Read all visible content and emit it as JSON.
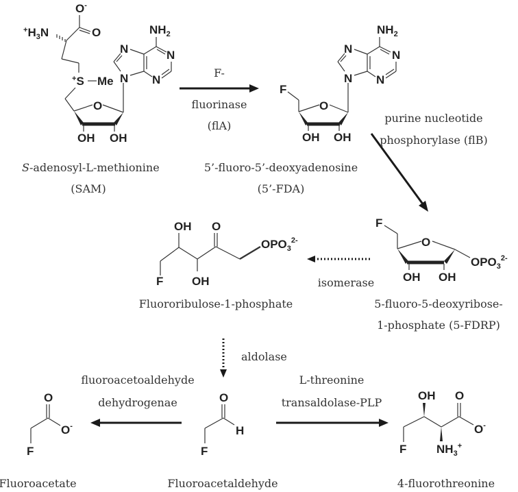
{
  "diagram": {
    "title": "Fluorometabolite biosynthesis pathway",
    "compounds": {
      "sam": {
        "name_prefix": "S",
        "name_rest": "-adenosyl-L-methionine",
        "abbr": "(SAM)",
        "atoms": {
          "carboxylate_o_minus": "O",
          "carboxylate_charge": "-",
          "carbonyl_o": "O",
          "ammonium_plus": "+",
          "ammonium": "H",
          "ammonium_sub": "3",
          "ammonium_n": "N",
          "sulfonium_plus": "+",
          "sulfonium": "S",
          "methyl": "Me",
          "ring_o": "O",
          "oh_left": "OH",
          "oh_right": "OH",
          "nh2": "NH",
          "nh2_sub": "2",
          "n7": "N",
          "n1": "N",
          "n9": "N",
          "n3": "N"
        }
      },
      "fda": {
        "name": "5’-fluoro-5’-deoxyadenosine",
        "abbr": "(5’-FDA)",
        "atoms": {
          "f": "F",
          "ring_o": "O",
          "oh_left": "OH",
          "oh_right": "OH",
          "nh2": "NH",
          "nh2_sub": "2",
          "n7": "N",
          "n1": "N",
          "n9": "N",
          "n3": "N"
        }
      },
      "fdrp": {
        "name_line1": "5-fluoro-5-deoxyribose-",
        "name_line2": "1-phosphate (5-FDRP)",
        "atoms": {
          "f": "F",
          "ring_o": "O",
          "oh_left": "OH",
          "oh_right": "OH",
          "phosphate": "OPO",
          "phosphate_sub": "3",
          "phosphate_sup": "2-"
        }
      },
      "frp": {
        "name": "Fluororibulose-1-phosphate",
        "atoms": {
          "oh_top": "OH",
          "o_keto": "O",
          "phosphate": "OPO",
          "phosphate_sub": "3",
          "phosphate_sup": "2-",
          "f": "F",
          "oh_bottom": "OH"
        }
      },
      "fluoroacetaldehyde": {
        "name": "Fluoroacetaldehyde",
        "atoms": {
          "o": "O",
          "h": "H",
          "f": "F"
        }
      },
      "fluoroacetate": {
        "name": "Fluoroacetate",
        "atoms": {
          "o": "O",
          "o_minus": "O",
          "charge": "-",
          "f": "F"
        }
      },
      "fluorothreonine": {
        "name": "4-fluorothreonine",
        "atoms": {
          "oh": "OH",
          "o": "O",
          "o_minus": "O",
          "charge": "-",
          "f": "F",
          "nh3": "NH",
          "nh3_sub": "3",
          "nh3_sup": "+"
        }
      }
    },
    "reactions": {
      "fluorinase": {
        "cofactor": "F-",
        "enzyme": "fluorinase",
        "gene": "(flA)",
        "style": "solid"
      },
      "pnp": {
        "enzyme_line1": "purine nucleotide",
        "enzyme_line2": "phosphorylase (flB)",
        "style": "solid"
      },
      "isomerase": {
        "enzyme": "isomerase",
        "style": "dotted"
      },
      "aldolase": {
        "enzyme": "aldolase",
        "style": "dotted"
      },
      "dehydrogenase": {
        "enzyme_line1": "fluoroacetoaldehyde",
        "enzyme_line2": "dehydrogenae",
        "style": "solid"
      },
      "transaldolase": {
        "enzyme_line1": "L-threonine",
        "enzyme_line2": "transaldolase-PLP",
        "style": "solid"
      }
    }
  }
}
